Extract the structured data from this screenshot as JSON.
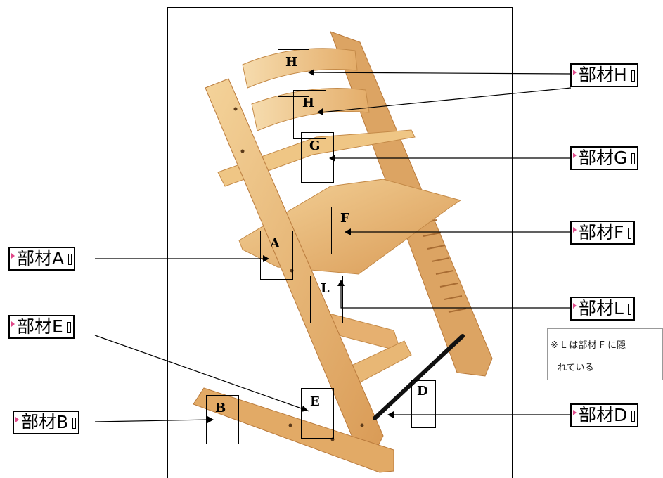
{
  "labels": {
    "H": "部材H",
    "G": "部材G",
    "F": "部材F",
    "A": "部材A",
    "L": "部材L",
    "E": "部材E",
    "B": "部材B",
    "D": "部材D"
  },
  "parts": {
    "H1": "H",
    "H2": "H",
    "G": "G",
    "F": "F",
    "A": "A",
    "L": "L",
    "E": "E",
    "B": "B",
    "D": "D"
  },
  "note": {
    "line1": "※ L は部材 F に隠",
    "line2": "れている"
  },
  "colors": {
    "wood_light": "#f0c98a",
    "wood_mid": "#e0a862",
    "wood_dark": "#b97a3c",
    "bar": "#111111"
  }
}
